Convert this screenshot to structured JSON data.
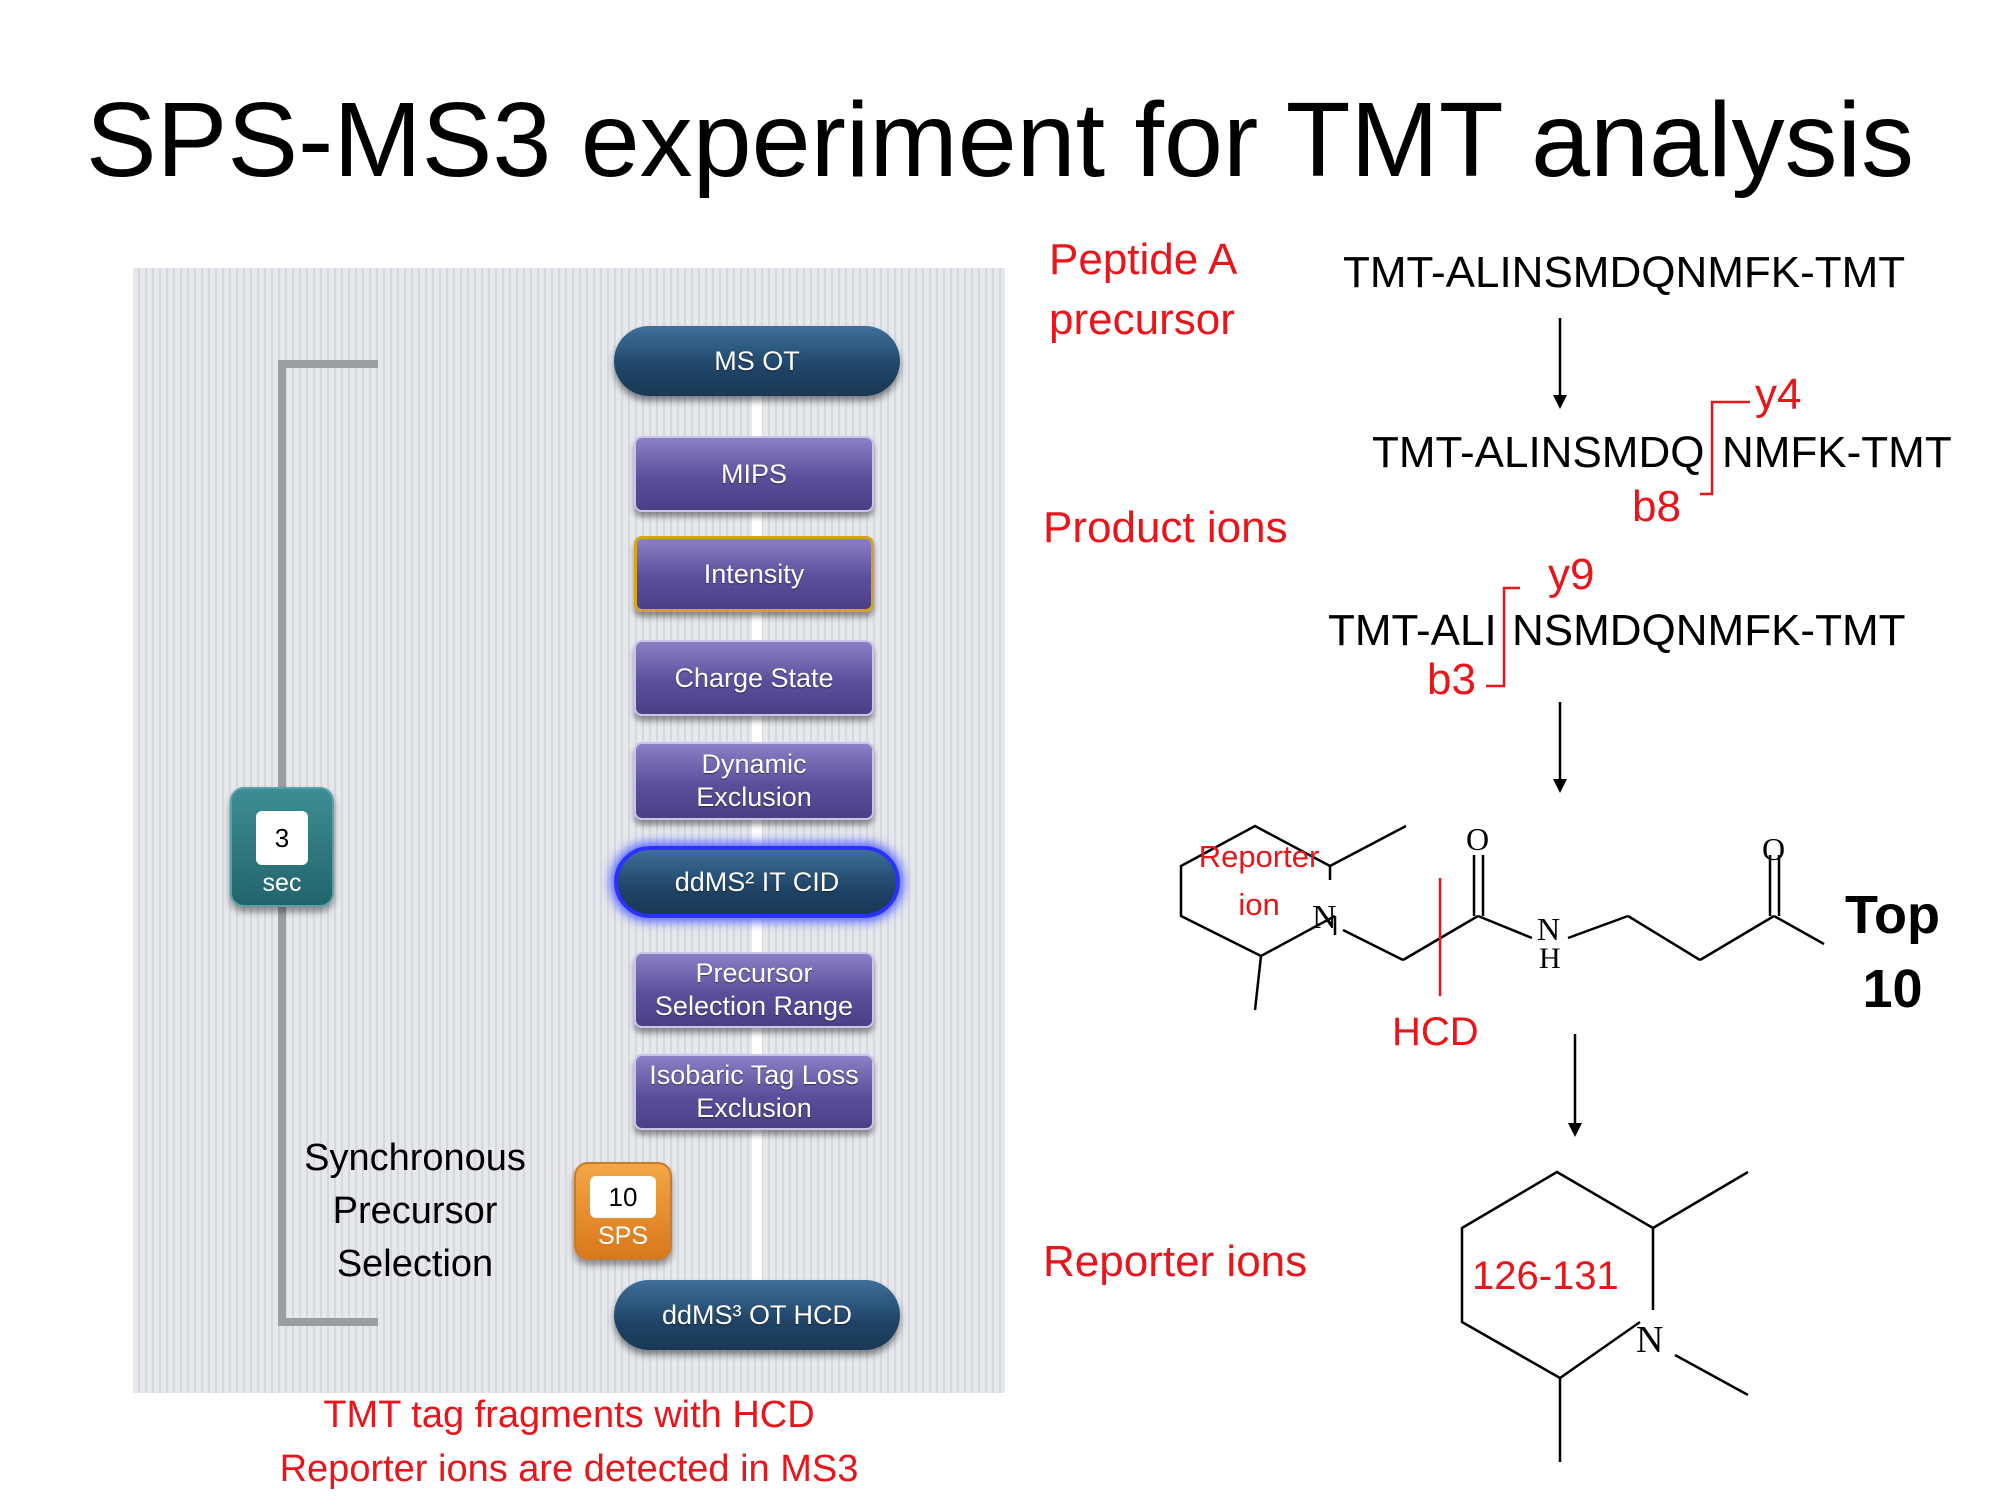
{
  "title": "SPS-MS3 experiment for TMT analysis",
  "workflow": {
    "nodes": {
      "ms_ot": "MS OT",
      "mips": "MIPS",
      "intensity": "Intensity",
      "charge_state": "Charge State",
      "dynamic_exclusion": [
        "Dynamic",
        "Exclusion"
      ],
      "ddms2": "ddMS² IT CID",
      "precursor_selection_range": [
        "Precursor",
        "Selection Range"
      ],
      "isobaric_tag_loss": [
        "Isobaric Tag Loss",
        "Exclusion"
      ],
      "ddms3": "ddMS³ OT HCD"
    },
    "cycle_time": {
      "value": "3",
      "unit": "sec"
    },
    "sps": {
      "value": "10",
      "unit": "SPS"
    },
    "sps_label": [
      "Synchronous",
      "Precursor",
      "Selection"
    ]
  },
  "bottom_caption": [
    "TMT tag fragments with HCD",
    "Reporter ions are detected in MS3"
  ],
  "right": {
    "peptide_label": [
      "Peptide A",
      "precursor"
    ],
    "precursor_seq": "TMT-ALINSMDQNMFK-TMT",
    "product_label": "Product ions",
    "frag1": {
      "left": "TMT-ALINSMDQ",
      "right": "NMFK-TMT",
      "top": "y4",
      "bottom": "b8"
    },
    "frag2": {
      "left": "TMT-ALI",
      "right": "NSMDQNMFK-TMT",
      "top": "y9",
      "bottom": "b3"
    },
    "structure": {
      "reporter_label": [
        "Reporter",
        "ion"
      ],
      "cleavage": "HCD",
      "atom_n": "N",
      "atom_o": "O",
      "atom_nh": [
        "N",
        "H"
      ]
    },
    "top10": [
      "Top",
      "10"
    ],
    "reporter_label": "Reporter ions",
    "reporter_mass": "126-131",
    "reporter_atom_n": "N"
  }
}
